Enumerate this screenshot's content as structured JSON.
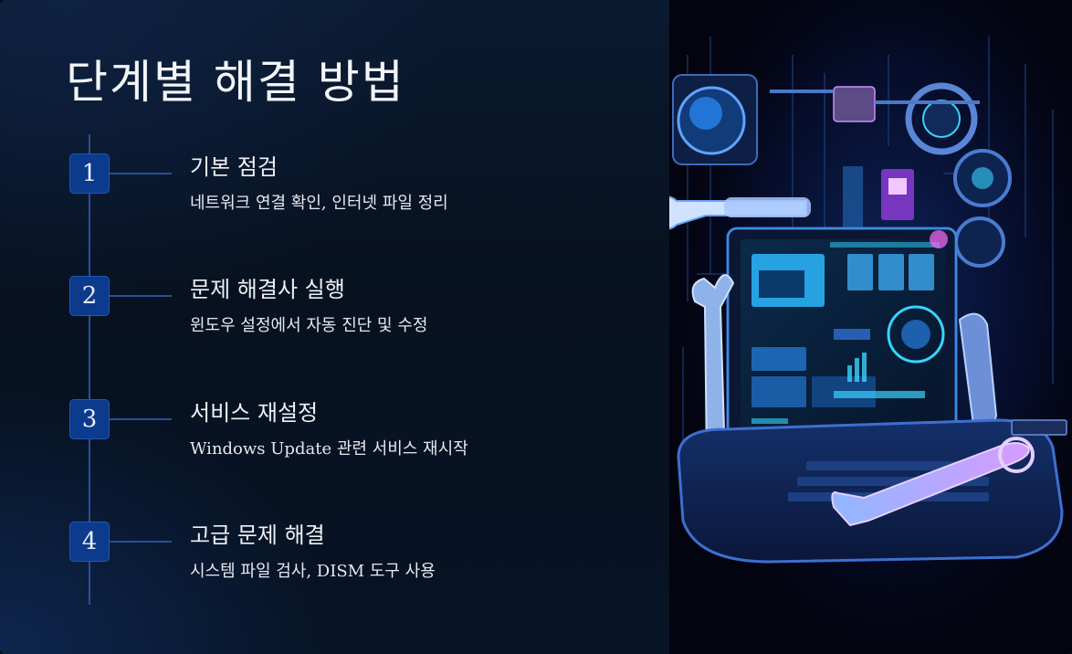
{
  "slide": {
    "title": "단계별 해결 방법"
  },
  "steps": [
    {
      "number": "1",
      "title": "기본 점검",
      "description": "네트워크 연결 확인, 인터넷 파일 정리"
    },
    {
      "number": "2",
      "title": "문제 해결사 실행",
      "description": "윈도우 설정에서 자동 진단 및 수정"
    },
    {
      "number": "3",
      "title": "서비스 재설정",
      "description": "Windows Update 관련 서비스 재시작"
    },
    {
      "number": "4",
      "title": "고급 문제 해결",
      "description": "시스템 파일 검사, DISM 도구 사용"
    }
  ],
  "colors": {
    "badge": "#0c3a8c",
    "timeline": "#2a4f9a",
    "accent_cyan": "#39d3ff",
    "accent_magenta": "#e04cff"
  }
}
